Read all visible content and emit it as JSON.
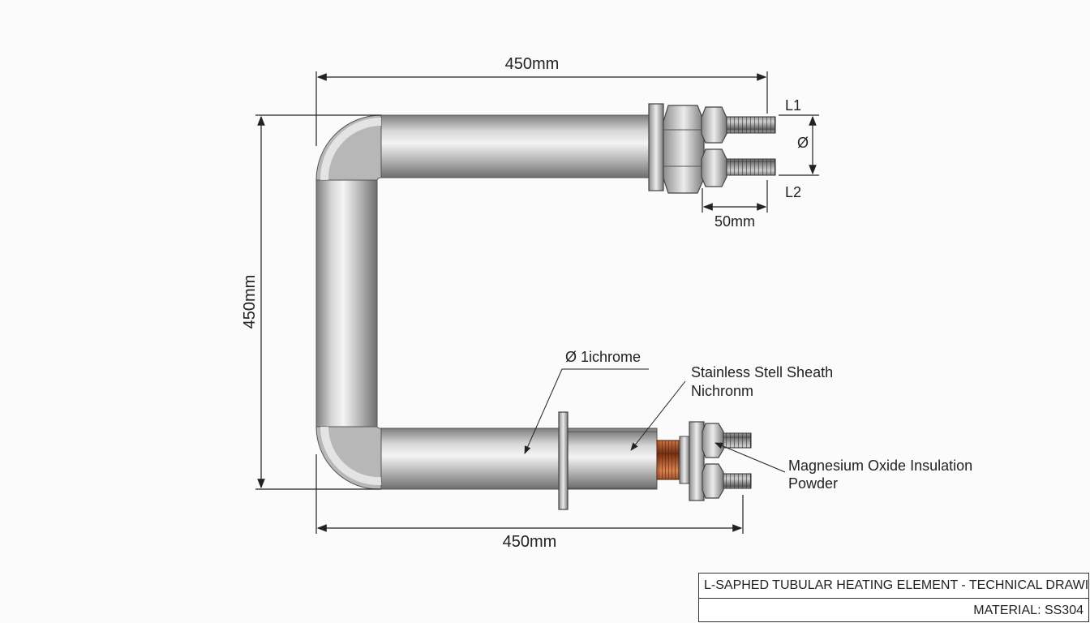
{
  "dimensions": {
    "top_width": "450mm",
    "bottom_width": "450mm",
    "height": "450mm",
    "terminal_length": "50mm",
    "diameter_symbol": "Ø"
  },
  "terminals": {
    "l1": "L1",
    "l2": "L2"
  },
  "callouts": {
    "nichrome": "Ø 1ichrome",
    "sheath_line1": "Stainless Stell Sheath",
    "sheath_line2": "Nichronm",
    "insulation_line1": "Magnesium Oxide Insulation",
    "insulation_line2": "Powder"
  },
  "title_block": {
    "title": "L-SAPHED TUBULAR HEATING ELEMENT - TECHNICAL DRAWING",
    "material": "MATERIAL: SS304"
  },
  "colors": {
    "tube_highlight": "#f2f2f2",
    "tube_shadow": "#8a8a8a",
    "copper": "#b5562a"
  }
}
